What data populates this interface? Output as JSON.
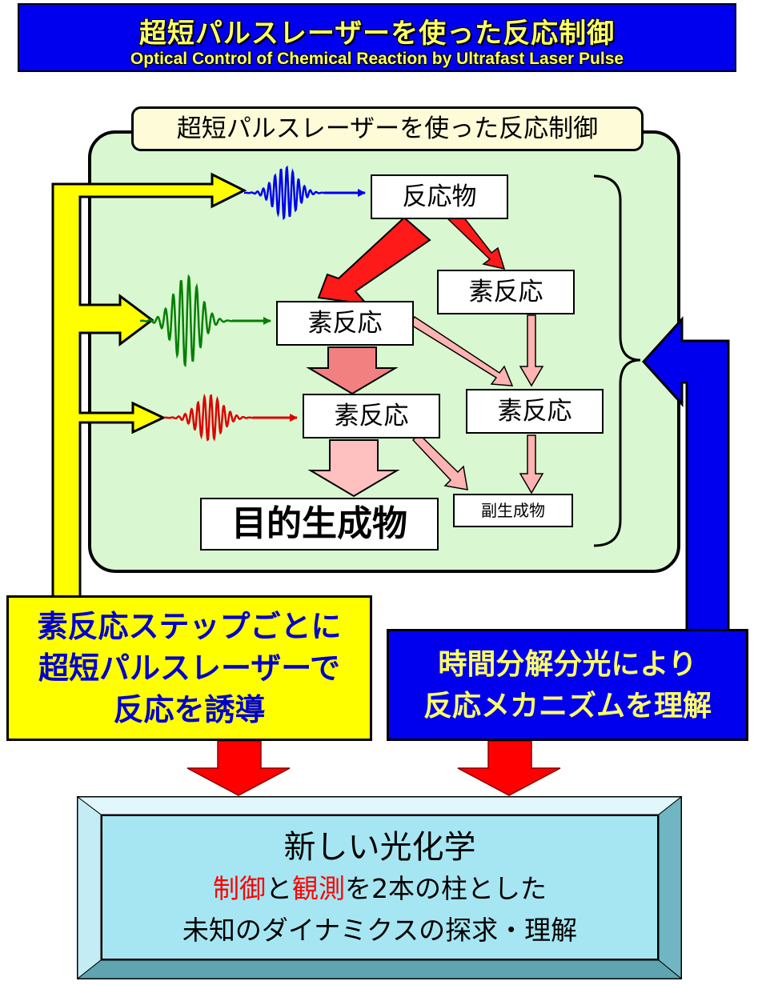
{
  "title": {
    "japanese": "超短パルスレーザーを使った反応制御",
    "english": "Optical Control of Chemical Reaction by Ultrafast Laser Pulse"
  },
  "panel": {
    "label": "超短パルスレーザーを使った反応制御"
  },
  "nodes": {
    "reactant": "反応物",
    "step_1": "素反応",
    "step_2": "素反応",
    "step_3": "素反応",
    "step_4": "素反応",
    "target_product": "目的生成物",
    "byproduct": "副生成物"
  },
  "yellow_box": {
    "lines": [
      "素反応ステップごとに",
      "超短パルスレーザーで",
      "反応を誘導"
    ]
  },
  "blue_box": {
    "lines": [
      "時間分解分光により",
      "反応メカニズムを理解"
    ]
  },
  "result": {
    "title": "新しい光化学",
    "line2_control": "制御",
    "line2_and": "と",
    "line2_observe": "観測",
    "line2_rest": "を2本の柱とした",
    "line3": "未知のダイナミクスの探求・理解"
  },
  "colors": {
    "banner": "#0000ee",
    "banner_text": "#ffff66",
    "panel": "#d9f7d0",
    "yellow": "#ffff00",
    "blue": "#0000ee",
    "result": "#a6e6f2",
    "red_arrow": "#ff0000",
    "pink_arrow": "#ffb3b3"
  }
}
